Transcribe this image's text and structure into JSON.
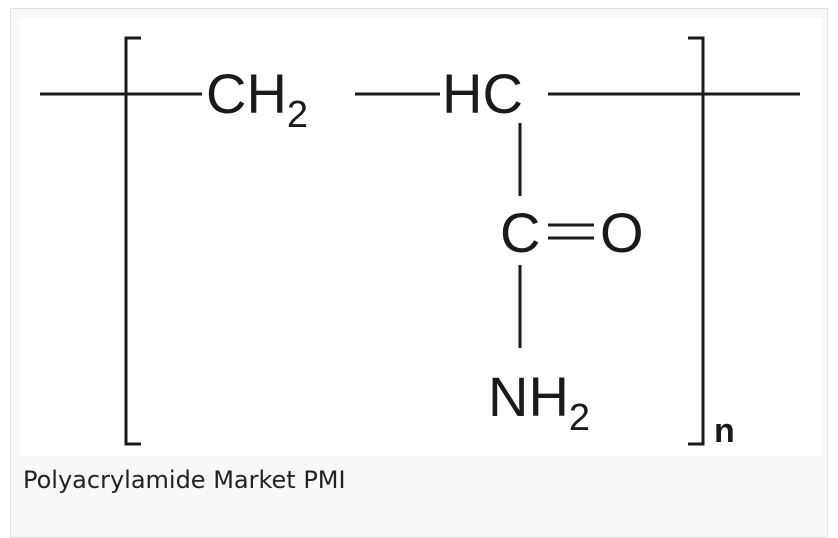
{
  "figure": {
    "groups": {
      "ch2": {
        "main": "CH",
        "sub": "2"
      },
      "hc": {
        "main": "HC"
      },
      "carbonyl_c": {
        "main": "C"
      },
      "carbonyl_o": {
        "main": "O"
      },
      "amine": {
        "main": "NH",
        "sub": "2"
      }
    },
    "repeat_subscript": "n"
  },
  "caption": "Polyacrylamide Market PMI"
}
